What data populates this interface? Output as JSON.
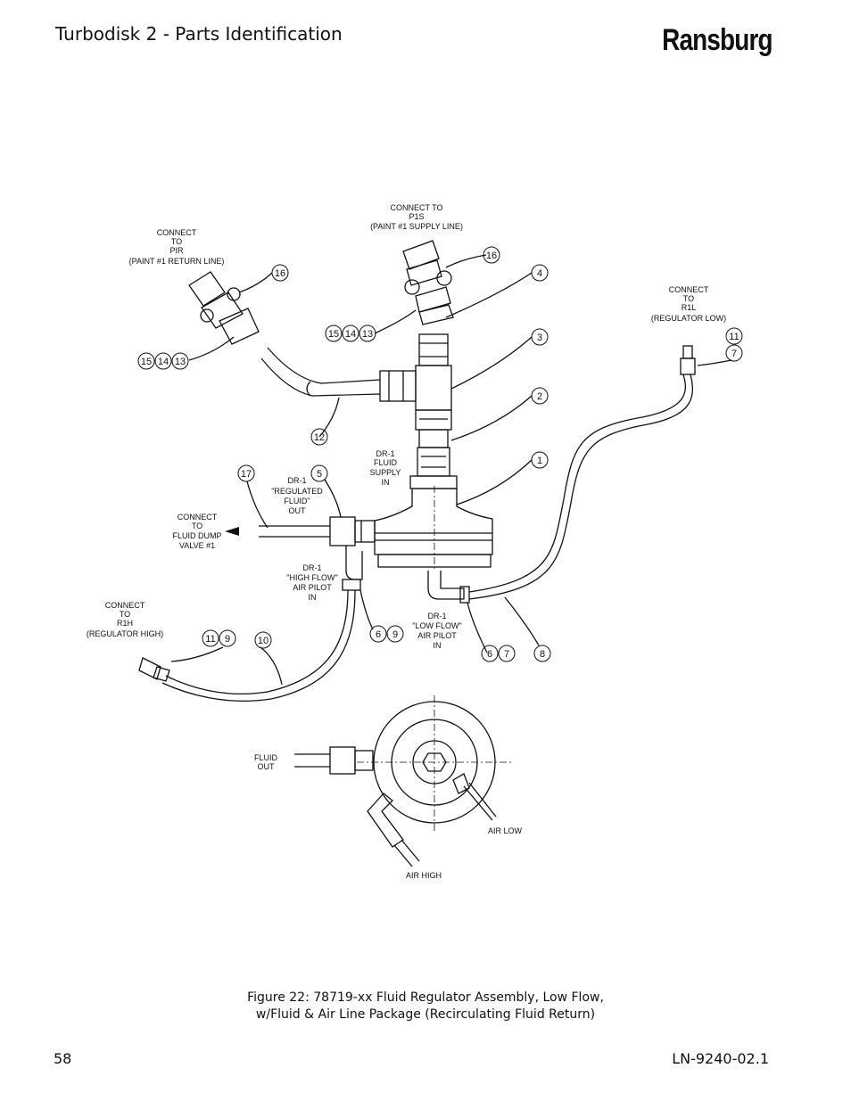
{
  "header": {
    "title": "Turbodisk 2 - Parts Identification",
    "brand": "Ransburg"
  },
  "figure": {
    "labels": {
      "p1s": [
        "CONNECT TO",
        "P1S",
        "(PAINT #1 SUPPLY LINE)"
      ],
      "pir": [
        "CONNECT",
        "TO",
        "PIR",
        "(PAINT #1 RETURN LINE)"
      ],
      "r1l": [
        "CONNECT",
        "TO",
        "R1L",
        "(REGULATOR LOW)"
      ],
      "r1h": [
        "CONNECT",
        "TO",
        "R1H",
        "(REGULATOR HIGH)"
      ],
      "dump": [
        "CONNECT",
        "TO",
        "FLUID DUMP",
        "VALVE #1"
      ],
      "supply_in": [
        "DR-1",
        "FLUID",
        "SUPPLY",
        "IN"
      ],
      "reg_out": [
        "DR-1",
        "\"REGULATED",
        "FLUID\"",
        "OUT"
      ],
      "high_flow": [
        "DR-1",
        "\"HIGH FLOW\"",
        "AIR PILOT",
        "IN"
      ],
      "low_flow": [
        "DR-1",
        "\"LOW FLOW\"",
        "AIR PILOT",
        "IN"
      ],
      "fluid_out": [
        "FLUID",
        "OUT"
      ],
      "air_low": "AIR LOW",
      "air_high": "AIR HIGH"
    },
    "balloons": {
      "b16a": "16",
      "b16b": "16",
      "b4": "4",
      "b3": "3",
      "b2": "2",
      "b1": "1",
      "b12": "12",
      "b17": "17",
      "b5": "5",
      "b8": "8",
      "b10": "10",
      "g15a": [
        "15",
        "14",
        "13"
      ],
      "g15b": [
        "15",
        "14",
        "13"
      ],
      "g11a": [
        "11",
        "7"
      ],
      "g11b": [
        "11",
        "9"
      ],
      "g69": [
        "6",
        "9"
      ],
      "g67": [
        "6",
        "7"
      ]
    }
  },
  "caption": {
    "line1": "Figure 22:  78719-xx Fluid Regulator Assembly, Low Flow,",
    "line2": "w/Fluid & Air Line Package (Recirculating Fluid Return)"
  },
  "footer": {
    "page_number": "58",
    "doc_code": "LN-9240-02.1"
  }
}
